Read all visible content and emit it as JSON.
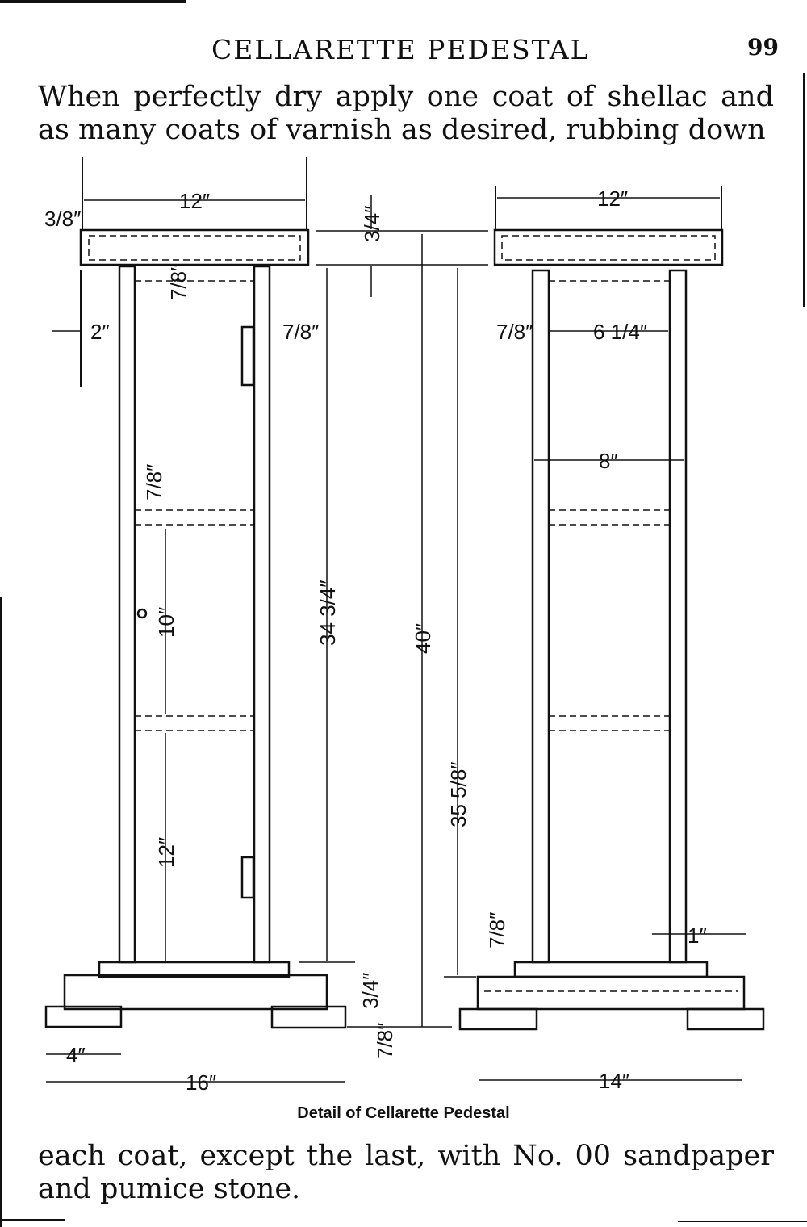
{
  "header": {
    "title": "CELLARETTE PEDESTAL",
    "page_number": "99"
  },
  "text": {
    "paragraph_top": "When perfectly dry apply one coat of shellac and as many coats of varnish as desired, rubbing down",
    "paragraph_bottom": "each coat, except the last, with No. 00 sandpaper and pumice stone."
  },
  "figure": {
    "caption": "Detail of Cellarette Pedestal",
    "left_view": {
      "top_width": "12″",
      "top_thickness": "3/8″",
      "rail": "7/8″",
      "leg_offset": "2″",
      "leg_thickness": "7/8″",
      "shelf_thickness": "7/8″",
      "shelf_spacing_upper": "10″",
      "shelf_spacing_lower": "12″",
      "foot_width": "4″",
      "base_width": "16″"
    },
    "center_dims": {
      "top_thickness": "3/4″",
      "leg_height": "34 3/4″",
      "overall_height": "40″",
      "inner_height": "35 5/8″",
      "base_thickness": "3/4″",
      "foot_height": "7/8″"
    },
    "right_view": {
      "top_width": "12″",
      "leg_thickness": "7/8″",
      "inner_width": "6 1/4″",
      "outer_width": "8″",
      "plinth_thickness": "7/8″",
      "inset": "1″",
      "base_width": "14″"
    }
  }
}
